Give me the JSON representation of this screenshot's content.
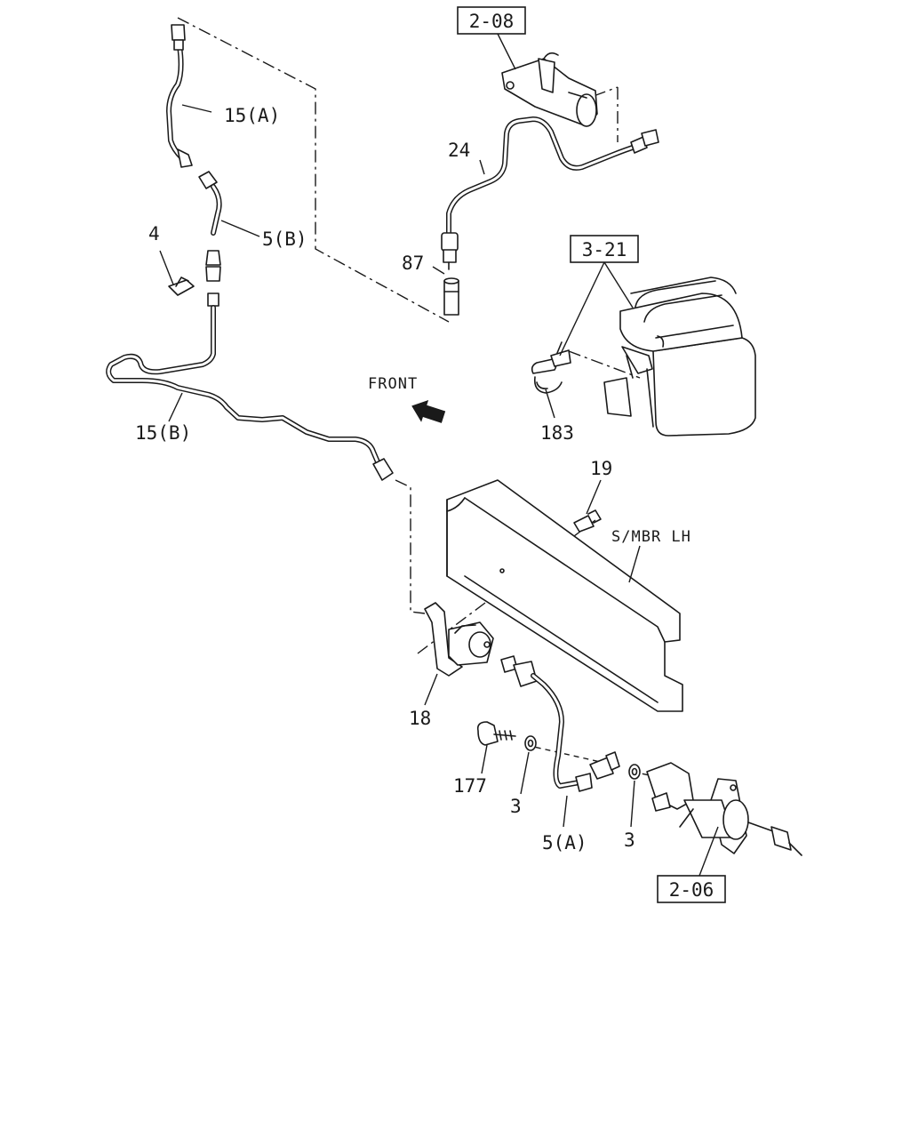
{
  "labels": {
    "ref_2_08": "2-08",
    "p24": "24",
    "p87": "87",
    "ref_3_21": "3-21",
    "p183": "183",
    "p15a": "15(A)",
    "p5b": "5(B)",
    "p4": "4",
    "p15b": "15(B)",
    "front": "FRONT",
    "p19": "19",
    "smbr": "S/MBR LH",
    "p18": "18",
    "p177": "177",
    "p3_left": "3",
    "p5a": "5(A)",
    "p3_right": "3",
    "ref_2_06": "2-06"
  }
}
